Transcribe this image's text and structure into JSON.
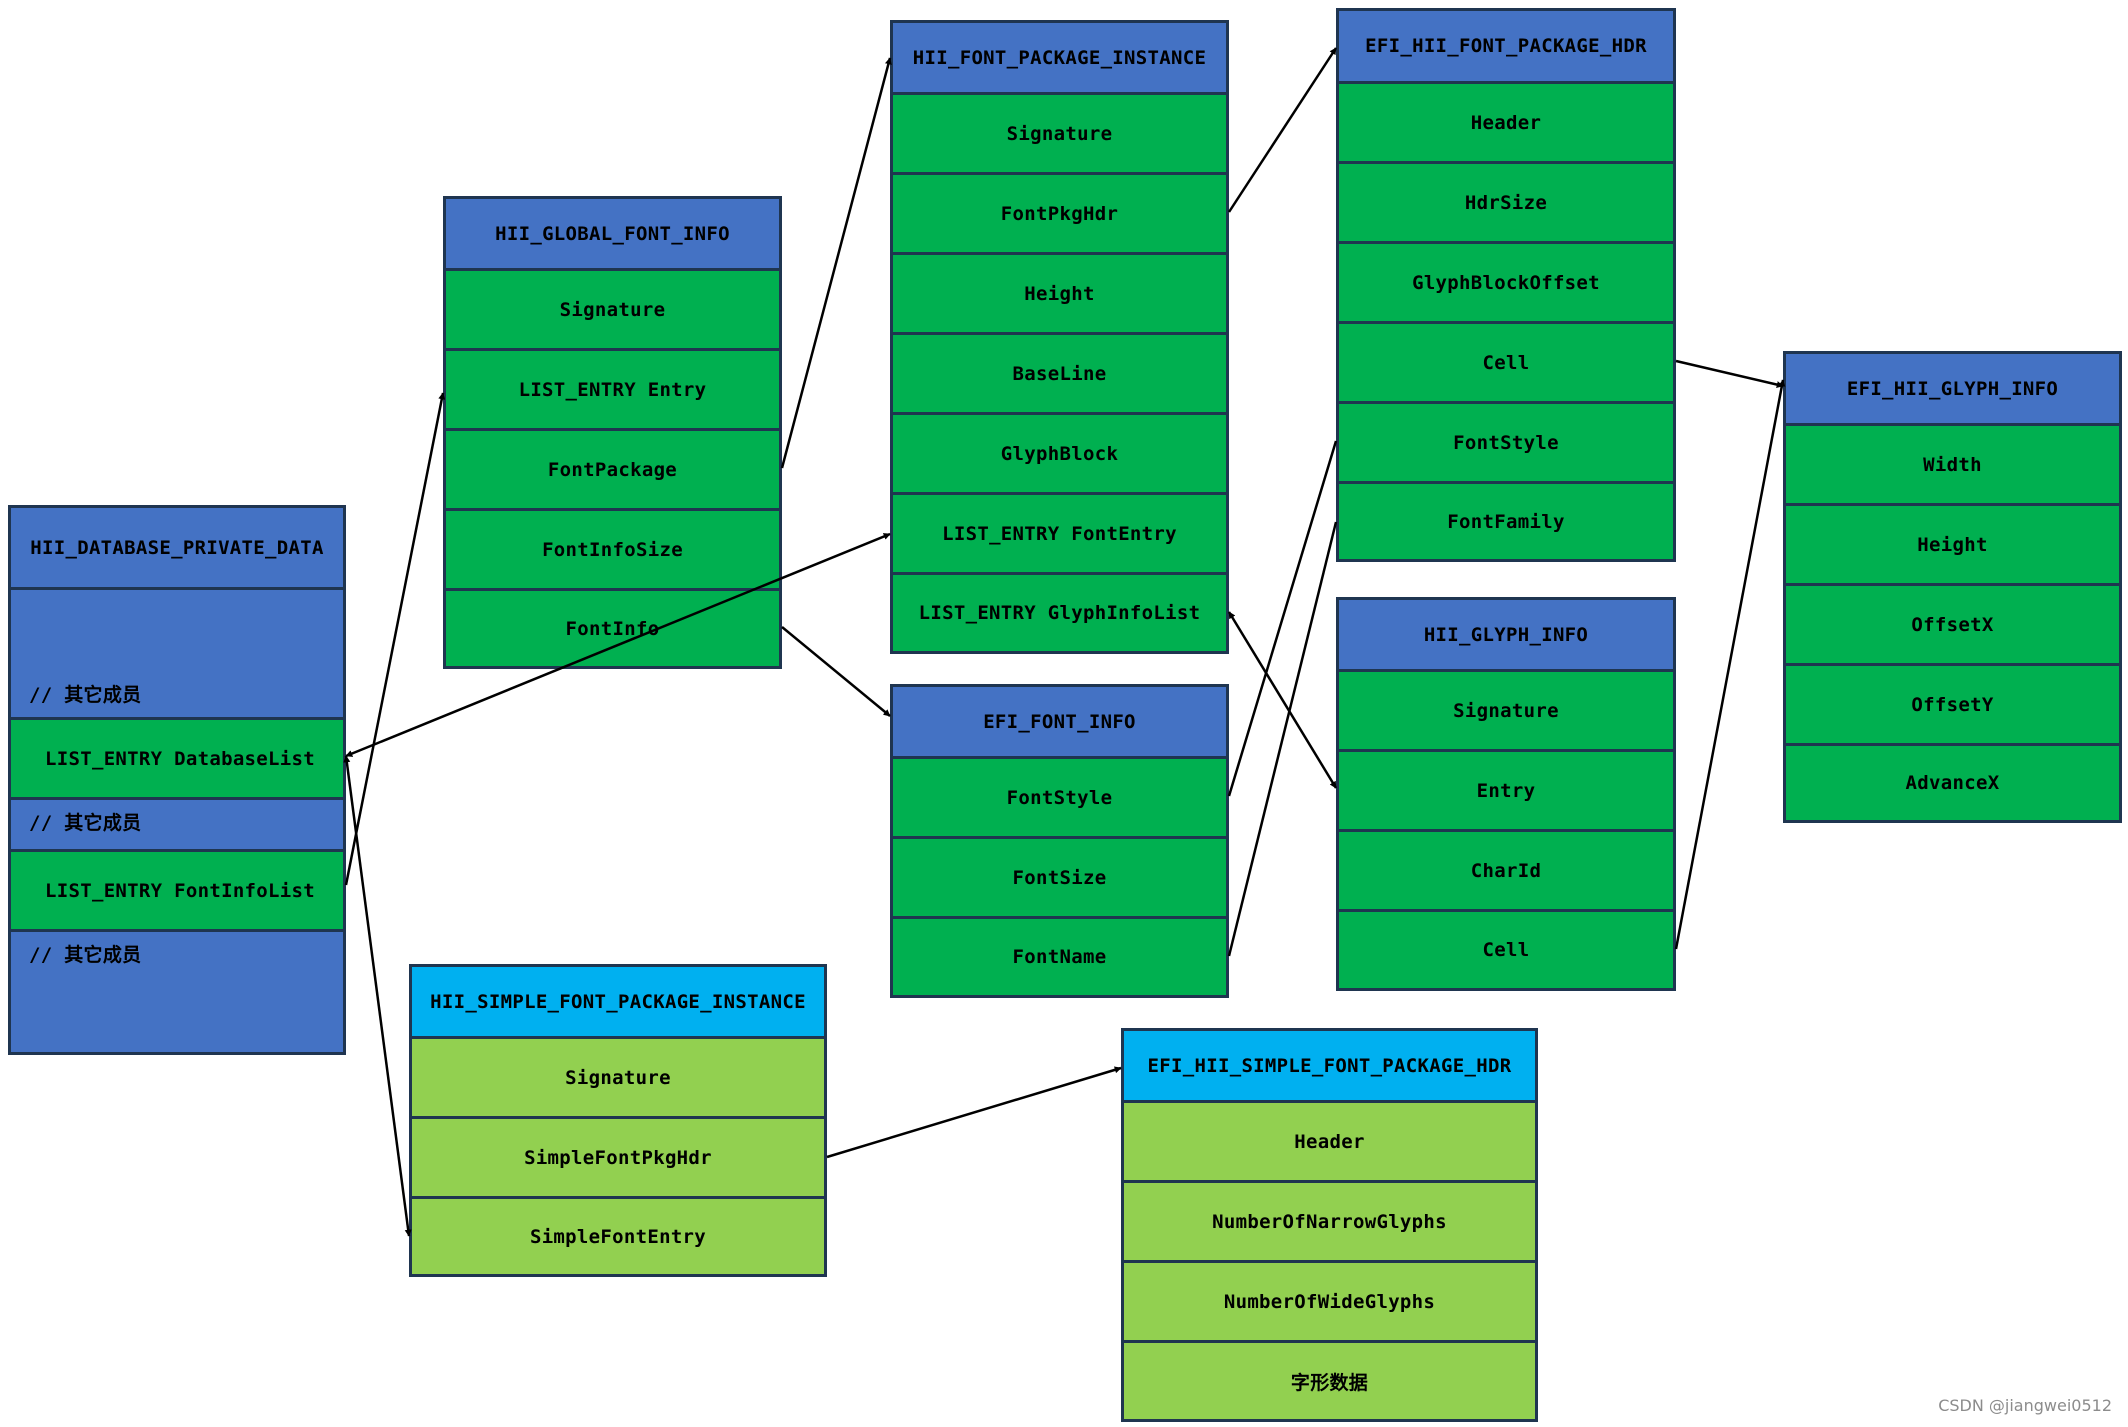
{
  "diagram": {
    "boxes": {
      "db": {
        "title": "HII_DATABASE_PRIVATE_DATA",
        "other1": "// 其它成员",
        "dblist": "LIST_ENTRY DatabaseList",
        "other2": "// 其它成员",
        "fontinfolist": "LIST_ENTRY FontInfoList",
        "other3": "// 其它成员"
      },
      "gfi": {
        "title": "HII_GLOBAL_FONT_INFO",
        "fields": [
          "Signature",
          "LIST_ENTRY Entry",
          "FontPackage",
          "FontInfoSize",
          "FontInfo"
        ]
      },
      "fpi": {
        "title": "HII_FONT_PACKAGE_INSTANCE",
        "fields": [
          "Signature",
          "FontPkgHdr",
          "Height",
          "BaseLine",
          "GlyphBlock",
          "LIST_ENTRY FontEntry",
          "LIST_ENTRY GlyphInfoList"
        ]
      },
      "efpkg": {
        "title": "EFI_HII_FONT_PACKAGE_HDR",
        "fields": [
          "Header",
          "HdrSize",
          "GlyphBlockOffset",
          "Cell",
          "FontStyle",
          "FontFamily"
        ]
      },
      "egi": {
        "title": "EFI_HII_GLYPH_INFO",
        "fields": [
          "Width",
          "Height",
          "OffsetX",
          "OffsetY",
          "AdvanceX"
        ]
      },
      "efi": {
        "title": "EFI_FONT_INFO",
        "fields": [
          "FontStyle",
          "FontSize",
          "FontName"
        ]
      },
      "hgi": {
        "title": "HII_GLYPH_INFO",
        "fields": [
          "Signature",
          "Entry",
          "CharId",
          "Cell"
        ]
      },
      "sfpi": {
        "title": "HII_SIMPLE_FONT_PACKAGE_INSTANCE",
        "fields": [
          "Signature",
          "SimpleFontPkgHdr",
          "SimpleFontEntry"
        ]
      },
      "esfpkg": {
        "title": "EFI_HII_SIMPLE_FONT_PACKAGE_HDR",
        "fields": [
          "Header",
          "NumberOfNarrowGlyphs",
          "NumberOfWideGlyphs",
          "字形数据"
        ]
      }
    },
    "colors": {
      "header_blue": "#4472c4",
      "header_cyan": "#00b0f0",
      "field_green": "#00b050",
      "field_lime": "#92d050",
      "border": "#1f3550",
      "arrow": "#000000"
    }
  },
  "watermark": "CSDN @jiangwei0512"
}
